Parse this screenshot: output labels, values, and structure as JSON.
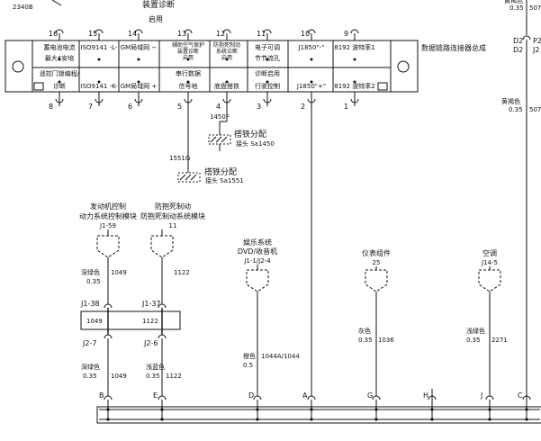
{
  "top_left": {
    "wire_code": "2340B",
    "line1": "装置诊断",
    "line2": "启用"
  },
  "top_right": {
    "wire_color": "黄褐色",
    "wire_size": "0.35",
    "wire_num": "507",
    "pin_d2a": "D2",
    "pin_d2b": "D2",
    "pin_p2": "P2",
    "pin_j2": "J2"
  },
  "right_mid": {
    "wire_color": "黄褐色",
    "wire_size": "0.35",
    "wire_num": "507"
  },
  "connector": {
    "title": "数据链路连接器总成",
    "top_pins": [
      {
        "num": "16",
        "label1": "蓄电池电流",
        "label2": "最大4安培"
      },
      {
        "num": "15",
        "label1": "ISO9141 -L-",
        "label2": ""
      },
      {
        "num": "14",
        "label1": "GM局域网 −",
        "label2": ""
      },
      {
        "num": "13",
        "label1": "辅助空气保护",
        "label2": "装置诊断",
        "label3": "启用"
      },
      {
        "num": "12",
        "label1": "防抱死制动",
        "label2": "系统诊断",
        "label3": "启用"
      },
      {
        "num": "11",
        "label1": "电子可调",
        "label2": "节节流孔"
      },
      {
        "num": "10",
        "label1": "J1850\"-\"",
        "label2": ""
      },
      {
        "num": "9",
        "label1": "8192 波特率1",
        "label2": ""
      }
    ],
    "bottom_pins": [
      {
        "num": "8",
        "label1": "遥控门锁编程/",
        "label2": "诊断"
      },
      {
        "num": "7",
        "label1": "ISO9141 -K-",
        "label2": ""
      },
      {
        "num": "6",
        "label1": "GM局域网 +",
        "label2": ""
      },
      {
        "num": "5",
        "label1": "串行数据",
        "label2": "信号地"
      },
      {
        "num": "4",
        "label1": "",
        "label2": "底盘搭铁"
      },
      {
        "num": "3",
        "label1": "诊断启用",
        "label2": "行驶控制"
      },
      {
        "num": "2",
        "label1": "J1850\"+\"",
        "label2": ""
      },
      {
        "num": "1",
        "label1": "8192 波特率2",
        "label2": ""
      }
    ]
  },
  "grounds": [
    {
      "wire": "1450F",
      "title": "搭铁分配",
      "sub": "接头 Sa1450"
    },
    {
      "wire": "1551G",
      "title": "搭铁分配",
      "sub": "接头 Sa1551"
    }
  ],
  "modules": [
    {
      "line1": "发动机控制",
      "line2": "动力系统控制模块",
      "conn": "J1-59"
    },
    {
      "line1": "防抱死制动",
      "line2": "防抱死制动系统模块",
      "conn": "11"
    },
    {
      "line1": "娱乐系统",
      "line2": "DVD/收音机",
      "conn": "J1-1/J2-4"
    },
    {
      "line1": "仪表组件",
      "line2": "",
      "conn": "25"
    },
    {
      "line1": "空调",
      "line2": "",
      "conn": "J14-5"
    }
  ],
  "wires": {
    "w1_top": {
      "color": "深绿色",
      "size": "0.35",
      "num": "1049"
    },
    "w2_top": {
      "num": "1122"
    },
    "w1_bot": {
      "color": "深绿色",
      "size": "0.35",
      "num": "1049"
    },
    "w2_bot": {
      "color": "浅蓝色",
      "size": "0.35",
      "num": "1122"
    },
    "w3": {
      "color": "橙色",
      "size": "0.5",
      "num": "1044A/1044"
    },
    "w4": {
      "color": "灰色",
      "size": "0.35",
      "num": "1036"
    },
    "w5": {
      "color": "浅绿色",
      "size": "0.35",
      "num": "2271"
    }
  },
  "inline": {
    "j1_38": "J1-38",
    "j1_37": "J1-37",
    "j2_7": "J2-7",
    "j2_6": "J2-6",
    "w1049": "1049",
    "w1122": "1122"
  },
  "bus_letters": [
    "B",
    "E",
    "D",
    "A",
    "G",
    "H",
    "J",
    "C"
  ]
}
